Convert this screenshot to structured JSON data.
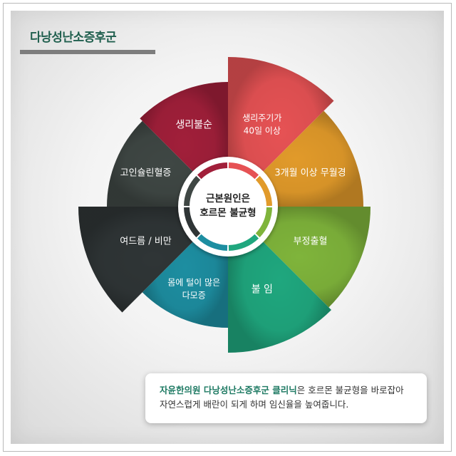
{
  "title": "다낭성난소증후군",
  "center": {
    "line1": "근본원인은",
    "line2": "호르몬 불균형"
  },
  "segments": [
    {
      "lines": [
        "생리주기가",
        "40일 이상"
      ],
      "color": "#e65254",
      "icon": "",
      "font": 12
    },
    {
      "lines": [
        "3개월 이상 무월경"
      ],
      "color": "#e19a2a",
      "font": 13
    },
    {
      "lines": [
        "부정출혈"
      ],
      "color": "#7fb43b",
      "font": 13
    },
    {
      "lines": [
        "불  임"
      ],
      "color": "#1fa77e",
      "font": 14
    },
    {
      "lines": [
        "몸에 털이 많은",
        "다모증"
      ],
      "color": "#1d8ea1",
      "font": 12
    },
    {
      "lines": [
        "여드름 / 비만"
      ],
      "color": "#2f3536",
      "font": 13
    },
    {
      "lines": [
        "고인슐린혈증"
      ],
      "color": "#3f4744",
      "font": 13
    },
    {
      "lines": [
        "생리불순"
      ],
      "color": "#a11f3a",
      "font": 14
    }
  ],
  "callout": {
    "line1_highlight": "자윤한의원 다낭성난소증후군 클리닉",
    "line1_rest": "은 호르몬 불균형을 바로잡아",
    "line2": "자연스럽게 배란이 되게 하며 임신율을 높여줍니다."
  }
}
